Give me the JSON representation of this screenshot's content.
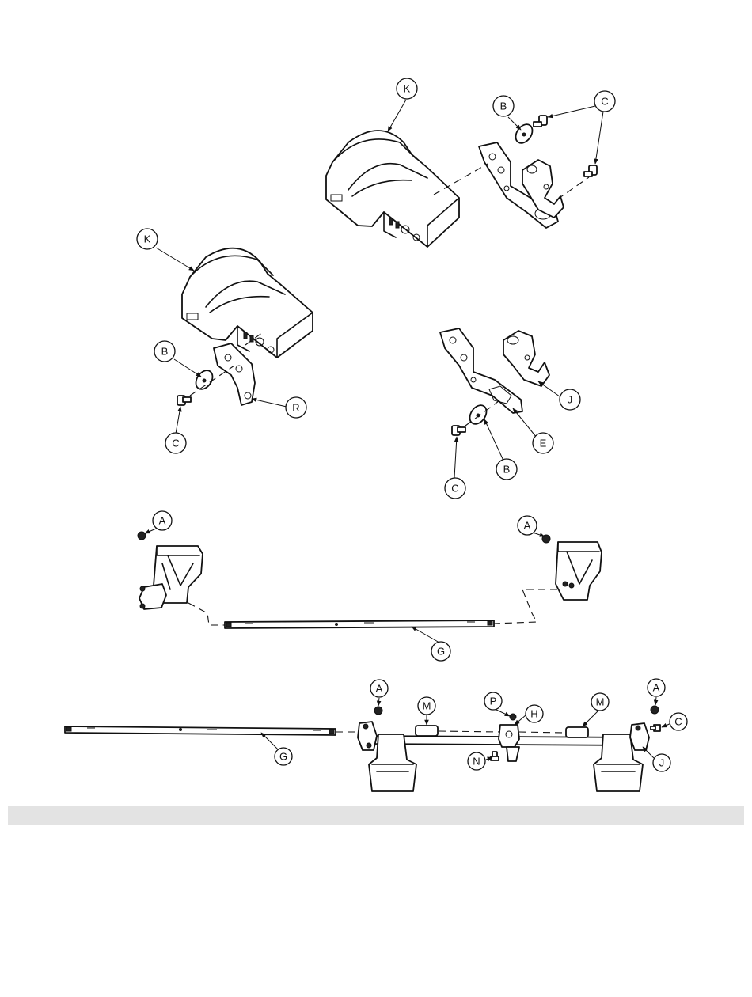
{
  "diagram": {
    "labels": {
      "a": "A",
      "b": "B",
      "c": "C",
      "e": "E",
      "g": "G",
      "h": "H",
      "j": "J",
      "k": "K",
      "m": "M",
      "n": "N",
      "p": "P",
      "r": "R"
    }
  }
}
